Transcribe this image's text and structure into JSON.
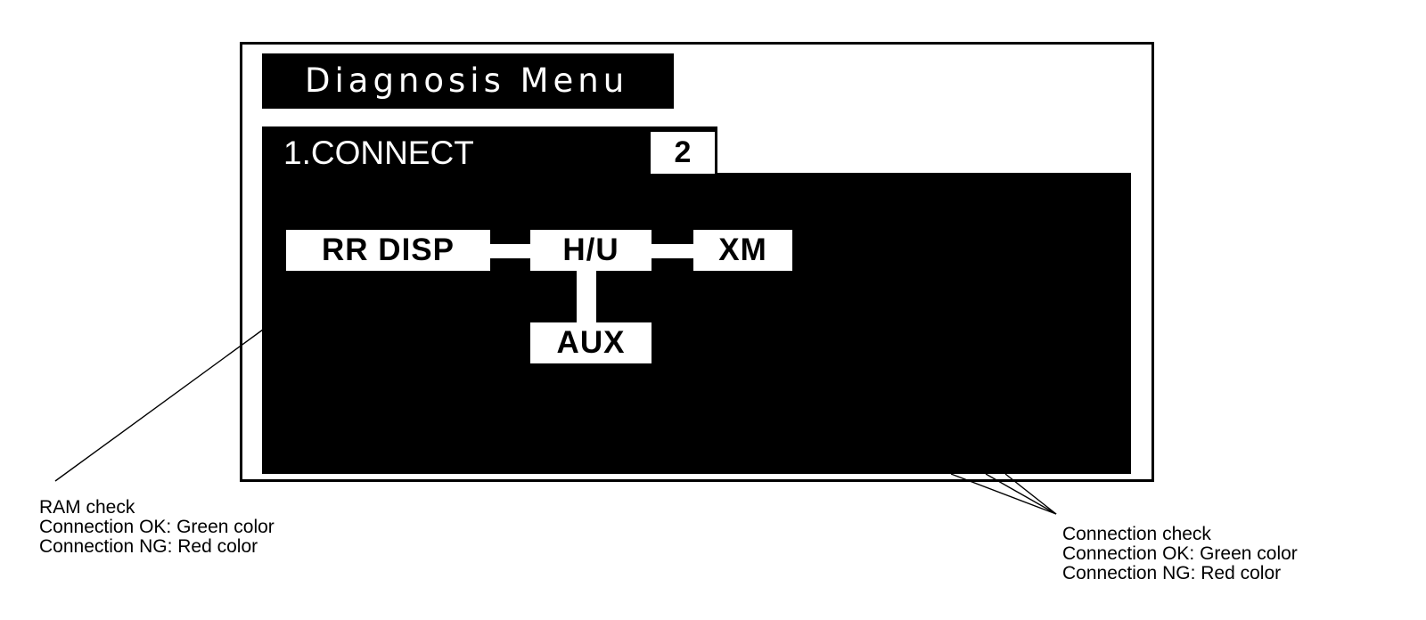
{
  "screen": {
    "menu_title": "Diagnosis Menu",
    "section_label": "1.CONNECT",
    "page_number": "2"
  },
  "topology": {
    "nodes": {
      "rr_disp": "RR DISP",
      "head_unit": "H/U",
      "xm": "XM",
      "aux": "AUX"
    },
    "links": [
      [
        "RR DISP",
        "H/U"
      ],
      [
        "H/U",
        "XM"
      ],
      [
        "H/U",
        "AUX"
      ]
    ]
  },
  "callouts": {
    "ram_check": {
      "title": "RAM check",
      "ok": "Connection OK: Green color",
      "ng": "Connection NG: Red color"
    },
    "connection_check": {
      "title": "Connection check",
      "ok": "Connection OK: Green color",
      "ng": "Connection NG: Red color"
    }
  },
  "colors": {
    "panel": "#000000",
    "node_fill": "#ffffff",
    "text_on_panel": "#ffffff"
  }
}
